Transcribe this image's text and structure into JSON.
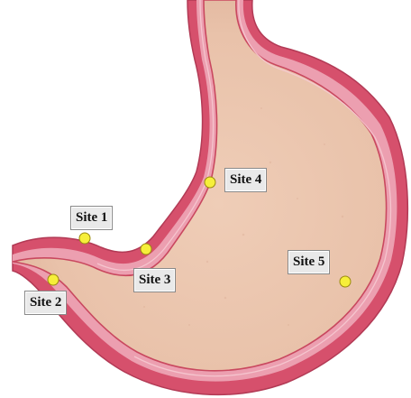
{
  "diagram": {
    "subject": "stomach",
    "colors": {
      "outer_wall": "#d6506c",
      "muscle_band": "#ec9fb0",
      "mucosa_line": "#c9485f",
      "lumen": "#ebc4ad",
      "marker_fill": "#f6ef3a",
      "marker_stroke": "#9a8a10"
    },
    "sites": [
      {
        "id": "site-1",
        "label": "Site 1"
      },
      {
        "id": "site-2",
        "label": "Site 2"
      },
      {
        "id": "site-3",
        "label": "Site 3"
      },
      {
        "id": "site-4",
        "label": "Site 4"
      },
      {
        "id": "site-5",
        "label": "Site 5"
      }
    ]
  }
}
